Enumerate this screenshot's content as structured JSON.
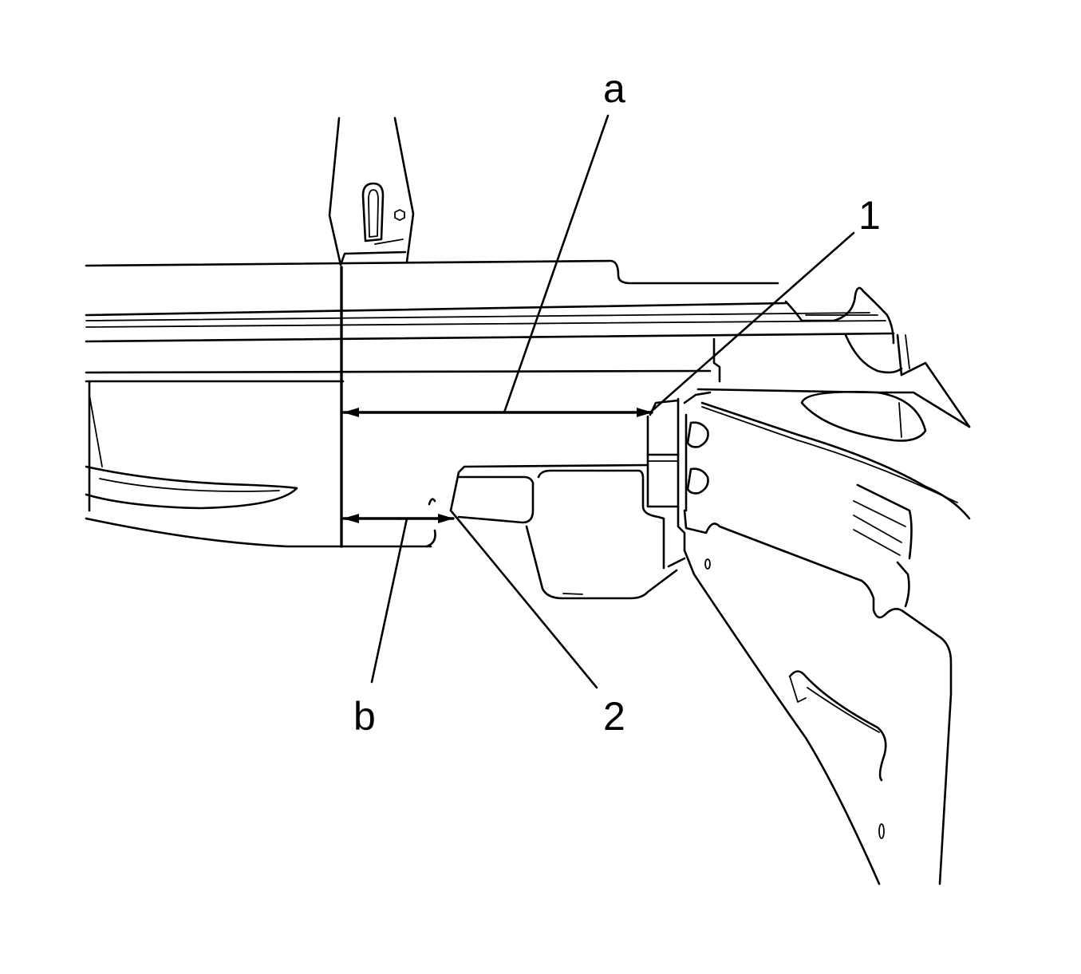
{
  "callouts": {
    "a": "a",
    "b": "b",
    "one": "1",
    "two": "2"
  },
  "colors": {
    "ink": "#000000",
    "paper": "#ffffff"
  }
}
